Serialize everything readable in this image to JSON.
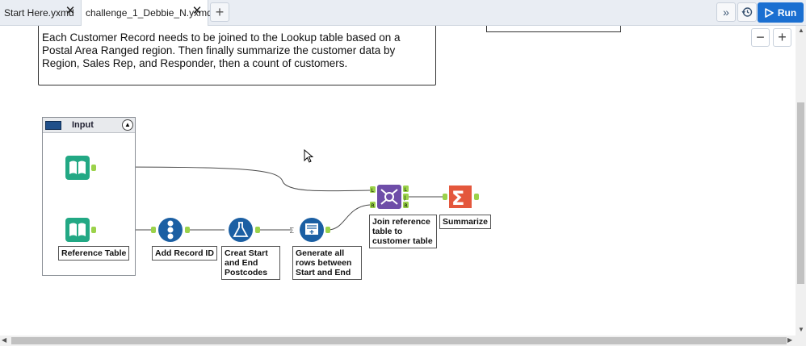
{
  "tabs": [
    {
      "label": "Start Here.yxmd",
      "active": false
    },
    {
      "label": "challenge_1_Debbie_N.yxmd",
      "active": true
    }
  ],
  "toolbar": {
    "run_label": "Run",
    "new_tab": "+",
    "overflow": "»"
  },
  "zoom": {
    "minus": "−",
    "plus": "+"
  },
  "comment": {
    "text": "Each Customer Record needs to be joined to the Lookup table based on a Postal Area Ranged region. Then finally summarize the customer data by Region, Sales Rep, and Responder, then a count of customers."
  },
  "container": {
    "title": "Input"
  },
  "tools": {
    "reference_table": "Reference Table",
    "add_record_id": "Add Record ID",
    "create_postcodes": "Creat Start and End Postcodes",
    "generate_rows": "Generate all rows between Start and End",
    "join": "Join reference table to customer table",
    "summarize": "Summarize"
  },
  "join_anchors": {
    "left": "L",
    "right": "R",
    "out_join": "J",
    "out_left": "L",
    "out_right": "R"
  },
  "colors": {
    "accent": "#1a6fd1",
    "input_tool": "#22a884",
    "prep_tool": "#1b5fa3",
    "join_tool": "#6e4da8",
    "summarize_tool": "#e4573c",
    "anchor": "#9bd24a"
  }
}
